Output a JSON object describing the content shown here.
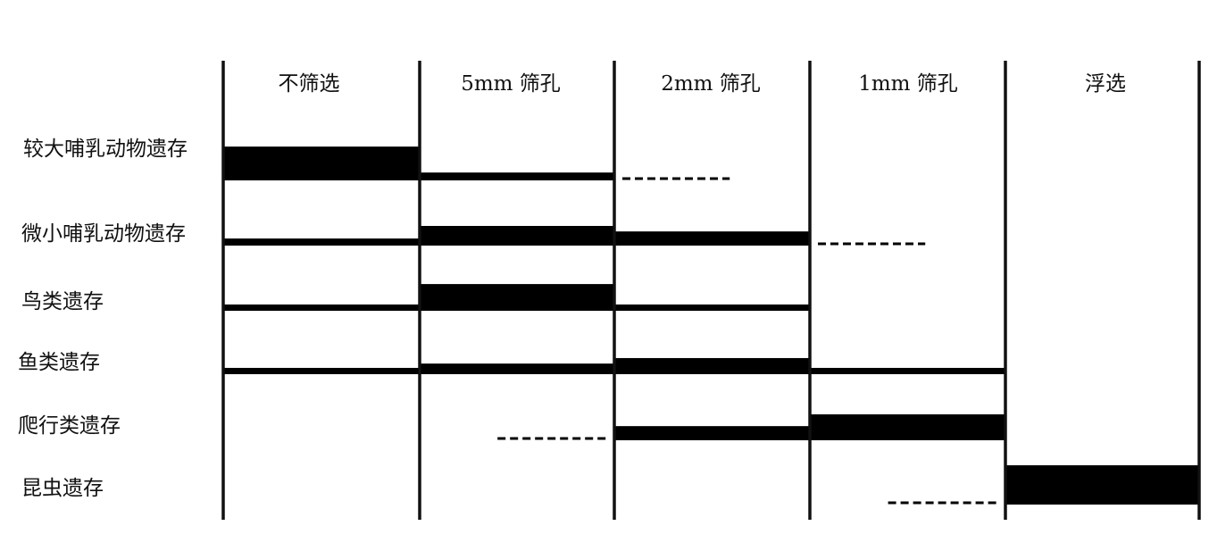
{
  "chart_data": {
    "type": "bar",
    "categories": [
      "不筛选",
      "5mm 筛孔",
      "2mm 筛孔",
      "1mm 筛孔",
      "浮选"
    ],
    "series": [
      {
        "name": "较大哺乳动物遗存",
        "values": [
          0.86,
          0.2,
          null,
          null,
          null
        ],
        "trace": [
          2
        ]
      },
      {
        "name": "微小哺乳动物遗存",
        "values": [
          0.18,
          0.5,
          0.36,
          null,
          null
        ],
        "trace": [
          3
        ]
      },
      {
        "name": "鸟类遗存",
        "values": [
          0.16,
          0.68,
          0.16,
          null,
          null
        ],
        "trace": []
      },
      {
        "name": "鱼类遗存",
        "values": [
          0.16,
          0.27,
          0.41,
          0.16,
          null
        ],
        "trace": []
      },
      {
        "name": "爬行类遗存",
        "values": [
          null,
          null,
          0.36,
          0.66,
          null
        ],
        "trace": [
          1
        ]
      },
      {
        "name": "昆虫遗存",
        "values": [
          null,
          null,
          null,
          null,
          1.0
        ],
        "trace": [
          3
        ]
      }
    ],
    "colors": {
      "bar": "#000000",
      "line": "#111111",
      "background": "#ffffff"
    }
  }
}
